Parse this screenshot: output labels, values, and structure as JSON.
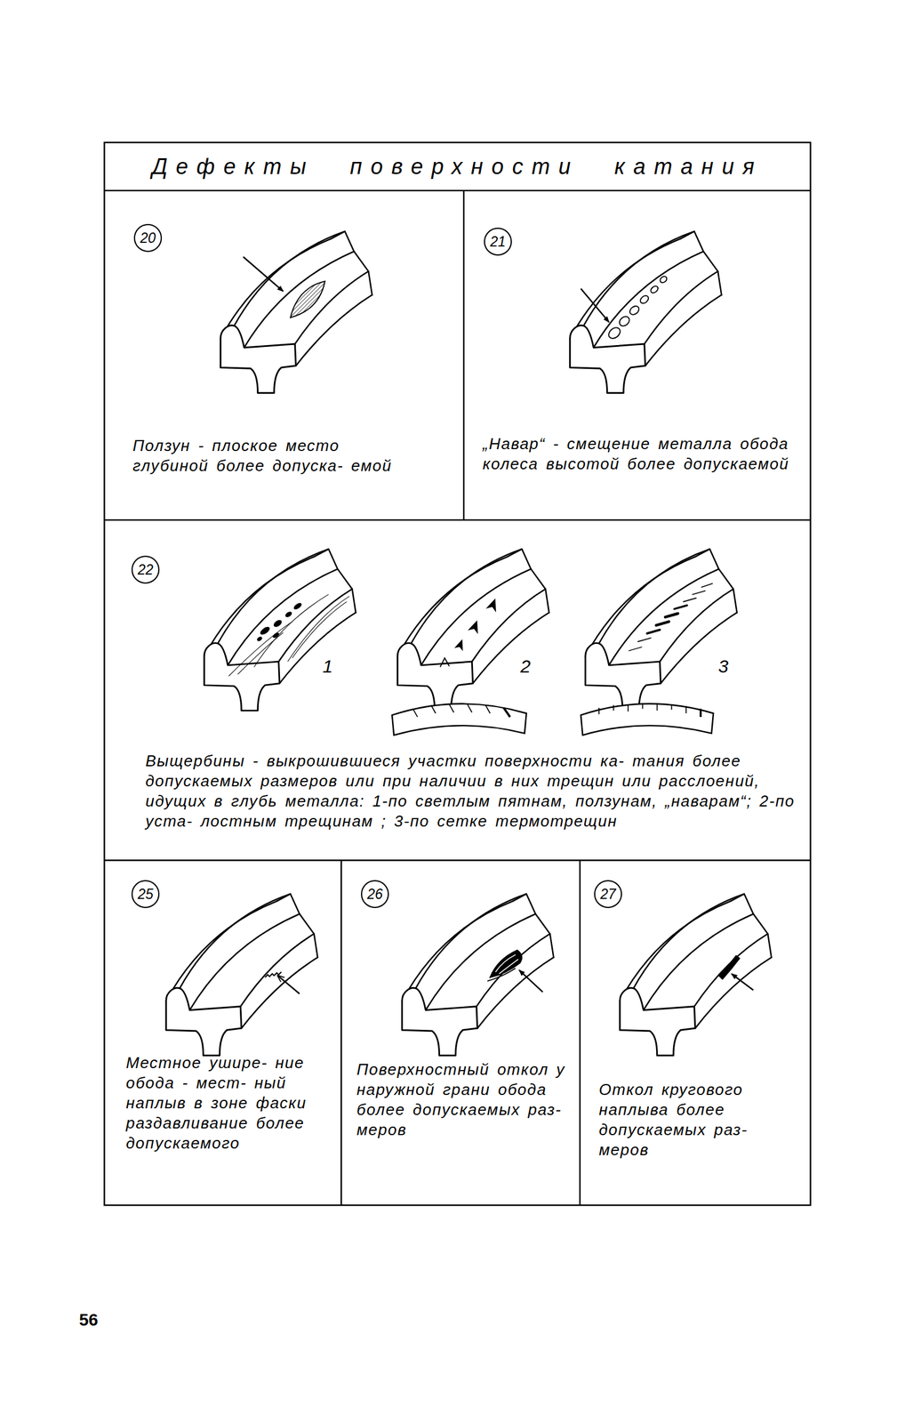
{
  "diagram": {
    "title": "Дефекты поверхности катания",
    "nodes": [
      {
        "text": [
          "Ползун - плоское место глубиной более допуска- емой"
        ]
      },
      {
        "text": [
          "20"
        ],
        "in": 0
      },
      {
        "text": [
          "„Навар“ - смещение металла обода колеса высотой более допускаемой"
        ]
      },
      {
        "text": [
          "21"
        ],
        "in": 2
      },
      {
        "text": [
          "Выщербины - выкрошившиеся участки поверхности ка- тания более допускаемых размеров или при наличии в них трещин или расслоений, идущих в глубь металла: 1-по светлым пятнам, ползунам, „наварам“; 2-по уста- лостным трещинам ; 3-по сетке термотрещин"
        ]
      },
      {
        "text": [
          "22"
        ],
        "in": 4
      },
      {
        "text": [
          "Местное ушире- ние обода - мест- ный наплыв в зоне фаски раздавливание более допускаемого"
        ]
      },
      {
        "text": [
          "25"
        ],
        "in": 6
      },
      {
        "text": [
          "Поверхностный откол у наружной грани обода более допускаемых раз- меров"
        ]
      },
      {
        "text": [
          "26"
        ],
        "in": 8
      },
      {
        "text": [
          "Откол кругового наплыва более допускаемых раз- меров"
        ]
      },
      {
        "text": [
          "27"
        ],
        "in": 10
      }
    ],
    "labels": [
      "1",
      "2",
      "3",
      "56"
    ]
  }
}
